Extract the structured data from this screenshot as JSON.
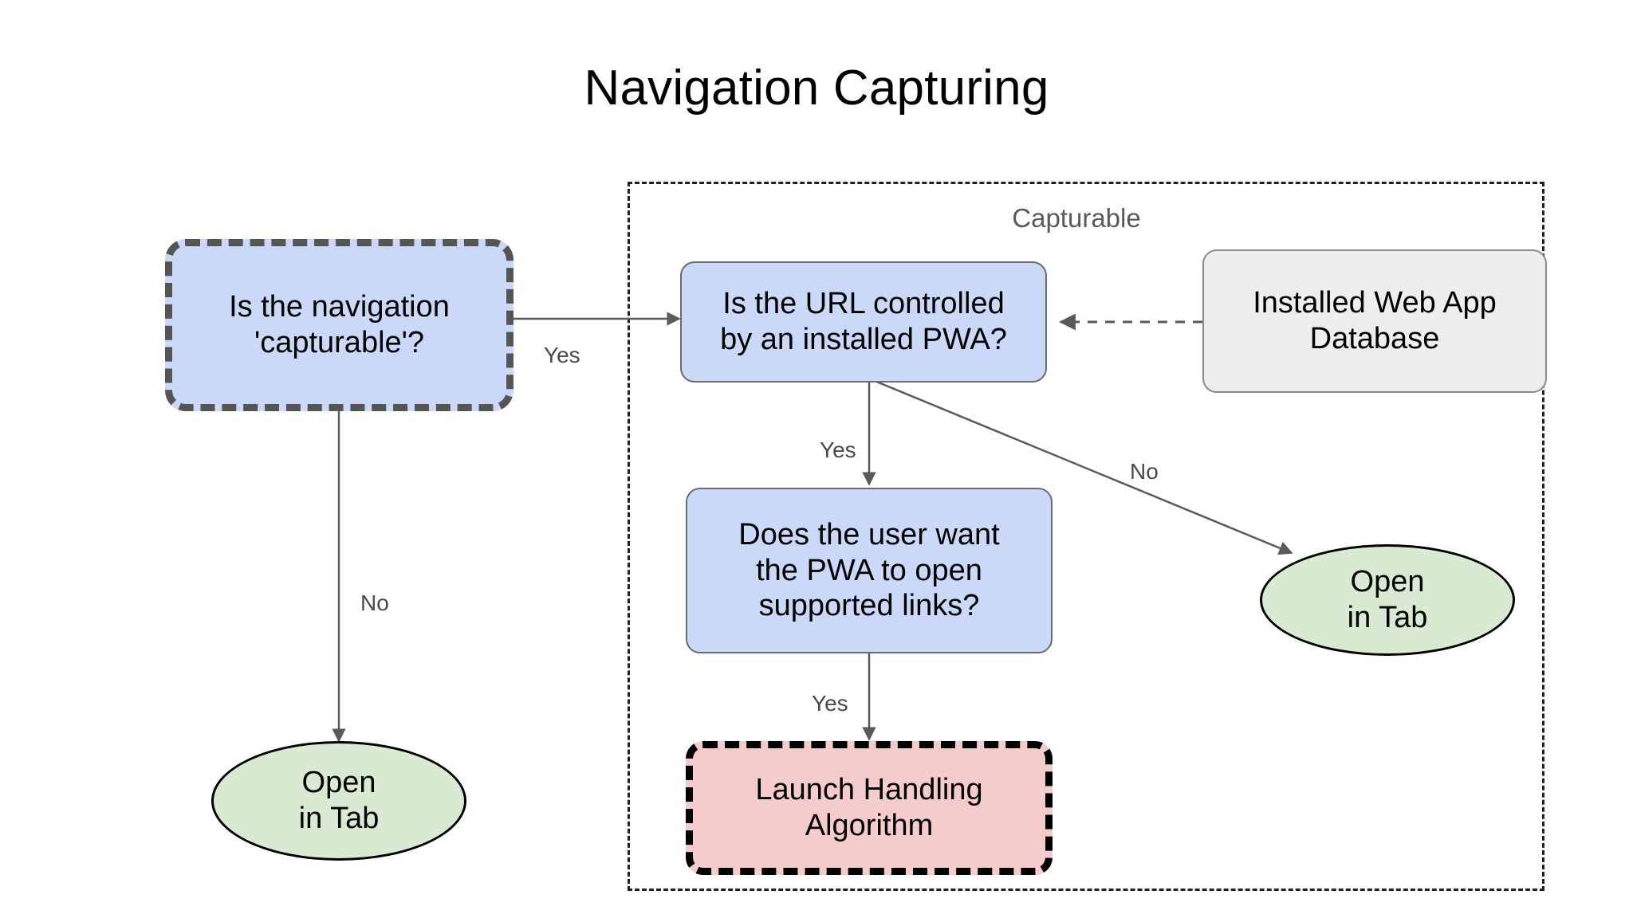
{
  "title": "Navigation Capturing",
  "group": {
    "label": "Capturable"
  },
  "nodes": {
    "is_capturable": {
      "line1": "Is the navigation",
      "line2": "'capturable'?",
      "shape": "rounded-rect-dashed",
      "fill": "#c9d9f7",
      "stroke": "#555555"
    },
    "url_controlled": {
      "line1": "Is the URL controlled",
      "line2": "by an installed PWA?",
      "shape": "rounded-rect",
      "fill": "#c9d9f7",
      "stroke": "#6b6b6b"
    },
    "installed_db": {
      "line1": "Installed Web App",
      "line2": "Database",
      "shape": "rounded-rect",
      "fill": "#eeeeee",
      "stroke": "#8a8a8a"
    },
    "user_wants": {
      "line1": "Does the user want",
      "line2": "the PWA to open",
      "line3": "supported links?",
      "shape": "rounded-rect",
      "fill": "#c9d9f7",
      "stroke": "#6b6b6b"
    },
    "launch_handling": {
      "line1": "Launch Handling",
      "line2": "Algorithm",
      "shape": "rounded-rect-dashed",
      "fill": "#f4cccc",
      "stroke": "#000000"
    },
    "open_in_tab_left": {
      "line1": "Open",
      "line2": "in Tab",
      "shape": "ellipse",
      "fill": "#d9ead3",
      "stroke": "#000000"
    },
    "open_in_tab_right": {
      "line1": "Open",
      "line2": "in Tab",
      "shape": "ellipse",
      "fill": "#d9ead3",
      "stroke": "#000000"
    }
  },
  "edges": {
    "capturable_yes": "Yes",
    "capturable_no": "No",
    "url_yes": "Yes",
    "url_no": "No",
    "user_yes": "Yes"
  }
}
